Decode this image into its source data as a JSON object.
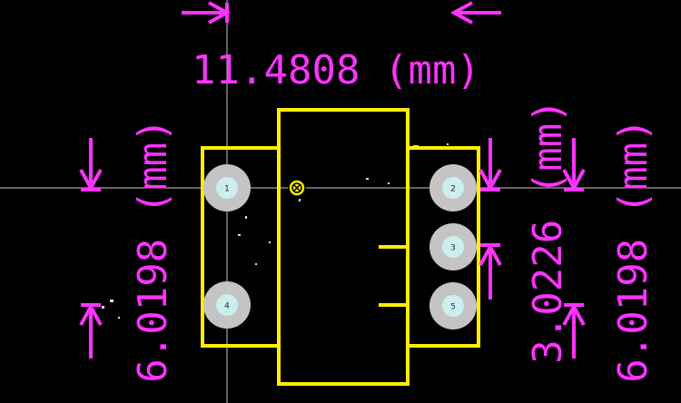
{
  "colors": {
    "background": "#000000",
    "crosshair": "#c8c8c8",
    "outline": "#ffee00",
    "dimension": "#ff33ff",
    "pad_ring": "#c4c4c4",
    "pad_hole": "#cdeeee",
    "noise": "#cfe6df"
  },
  "dimensions": {
    "top": "11.4808 (mm)",
    "left": "6.0198 (mm)",
    "right_inner": "3.0226 (mm)",
    "right_outer": "6.0198 (mm)"
  },
  "pads": [
    {
      "label": "1",
      "side": "left"
    },
    {
      "label": "4",
      "side": "left"
    },
    {
      "label": "2",
      "side": "right"
    },
    {
      "label": "3",
      "side": "right"
    },
    {
      "label": "5",
      "side": "right"
    }
  ],
  "icons": {
    "origin": "origin-marker-icon"
  }
}
